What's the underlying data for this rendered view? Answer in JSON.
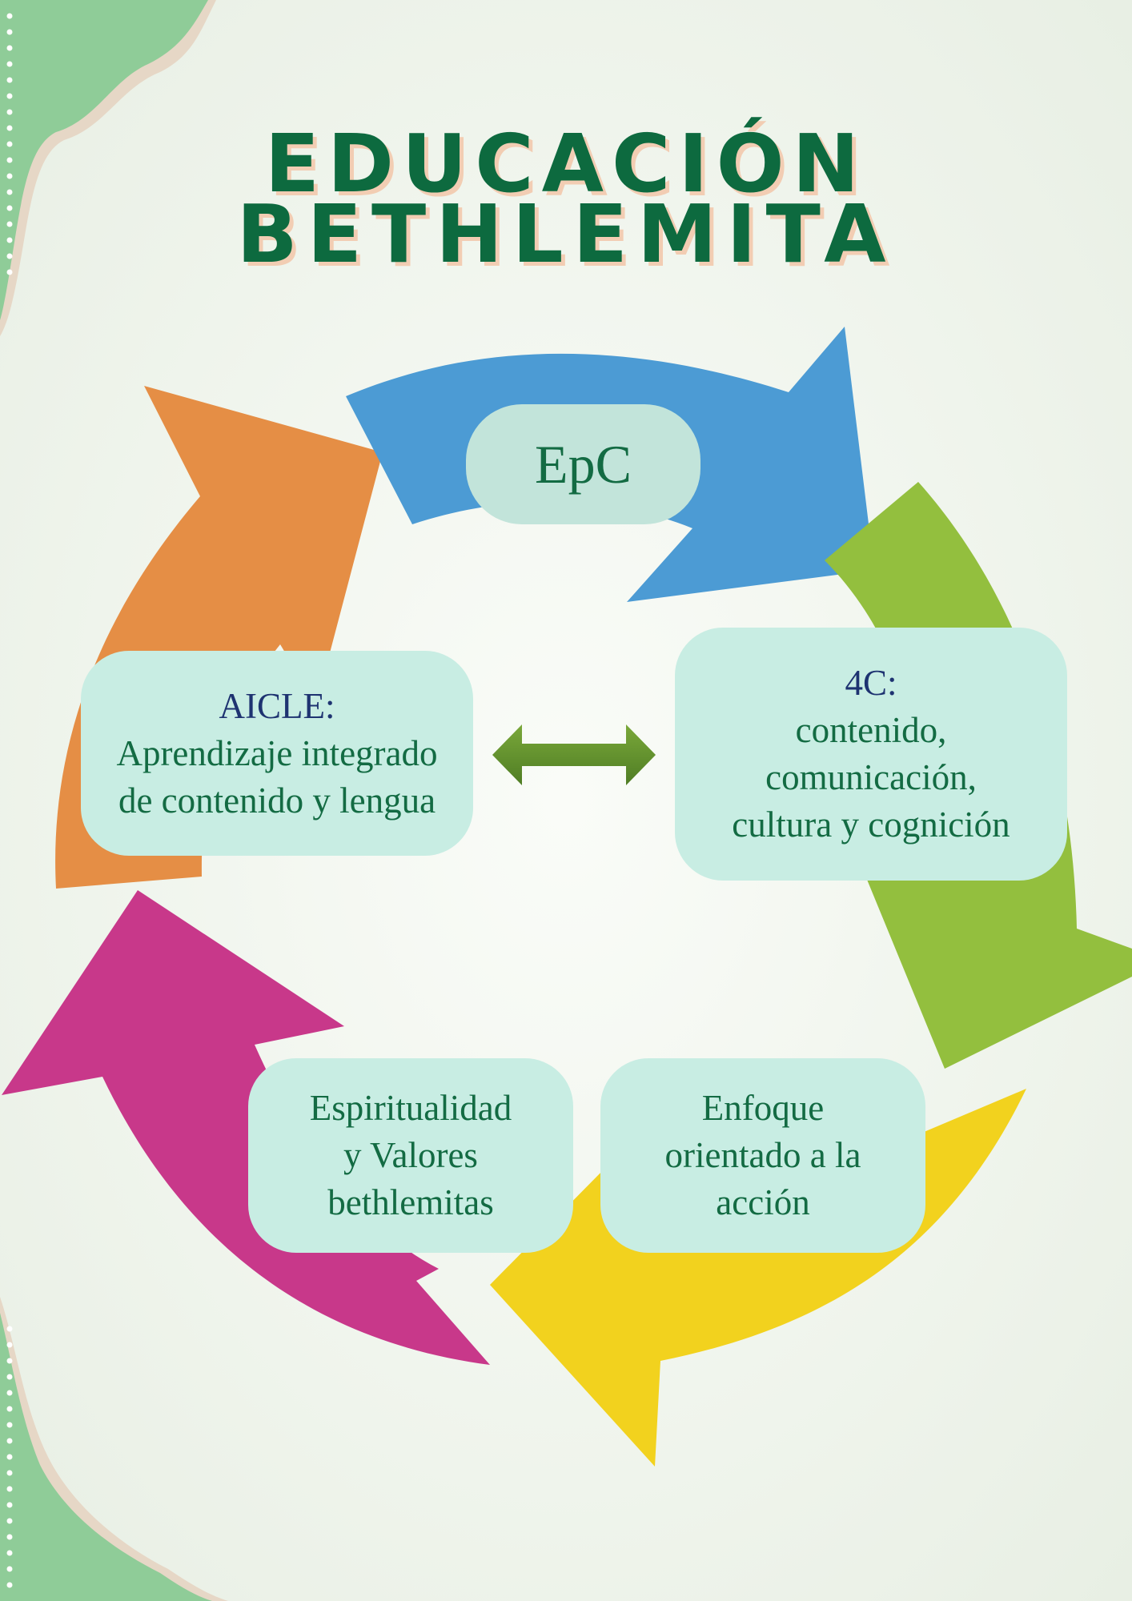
{
  "title": {
    "line1": "EDUCACIÓN",
    "line2": "BETHLEMITA"
  },
  "colors": {
    "title": "#0d6a3f",
    "title_shadow": "#f2cdb3",
    "arrow_blue": "#4c9bd4",
    "arrow_green": "#93bf3e",
    "arrow_yellow": "#f2d21e",
    "arrow_magenta": "#c8388a",
    "arrow_orange": "#e58e45",
    "box_fill": "#c8ede3",
    "box_text": "#136b43",
    "box_heading": "#1e3371",
    "double_arrow": "#5f8f2c"
  },
  "nodes": {
    "epc": {
      "label": "EpC"
    },
    "aicle": {
      "heading": "AICLE:",
      "line1": "Aprendizaje integrado",
      "line2": "de contenido y lengua"
    },
    "four_c": {
      "heading": "4C:",
      "line1": "contenido,",
      "line2": "comunicación,",
      "line3": "cultura y cognición"
    },
    "espiritualidad": {
      "line1": "Espiritualidad",
      "line2": "y Valores",
      "line3": "bethlemitas"
    },
    "enfoque": {
      "line1": "Enfoque",
      "line2": "orientado a la",
      "line3": "acción"
    }
  },
  "icons": {
    "cycle_arrows": "cycle-arrows-icon",
    "double_arrow": "double-arrow-icon"
  }
}
